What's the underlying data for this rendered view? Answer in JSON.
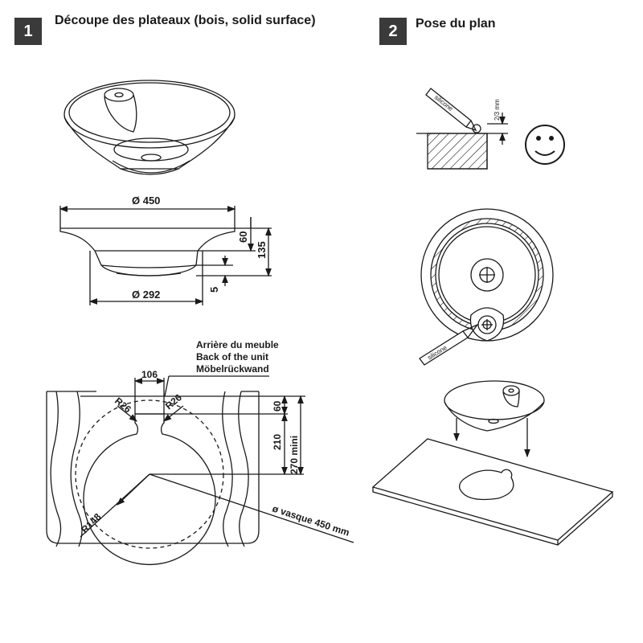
{
  "step1": {
    "number": "1",
    "title": "Découpe des plateaux (bois, solid surface)",
    "dims": {
      "diameter_top": "Ø 450",
      "diameter_bottom": "Ø 292",
      "height_60": "60",
      "height_135": "135",
      "height_5": "5",
      "width_106": "106",
      "radius_left": "R26",
      "radius_right": "R26",
      "offset_60": "60",
      "depth_210": "210",
      "depth_270": "270 mini",
      "radius_148": "R148",
      "vasque": "ø vasque 450 mm"
    },
    "note_back": [
      "Arrière du meuble",
      "Back of the unit",
      "Möbelrückwand"
    ]
  },
  "step2": {
    "number": "2",
    "title": "Pose du plan",
    "gap_label": "2/3 mm",
    "silicone_label_1": "silicone",
    "silicone_label_2": "silicone"
  },
  "colors": {
    "badge": "#3a3a3a",
    "line": "#1a1a1a"
  }
}
